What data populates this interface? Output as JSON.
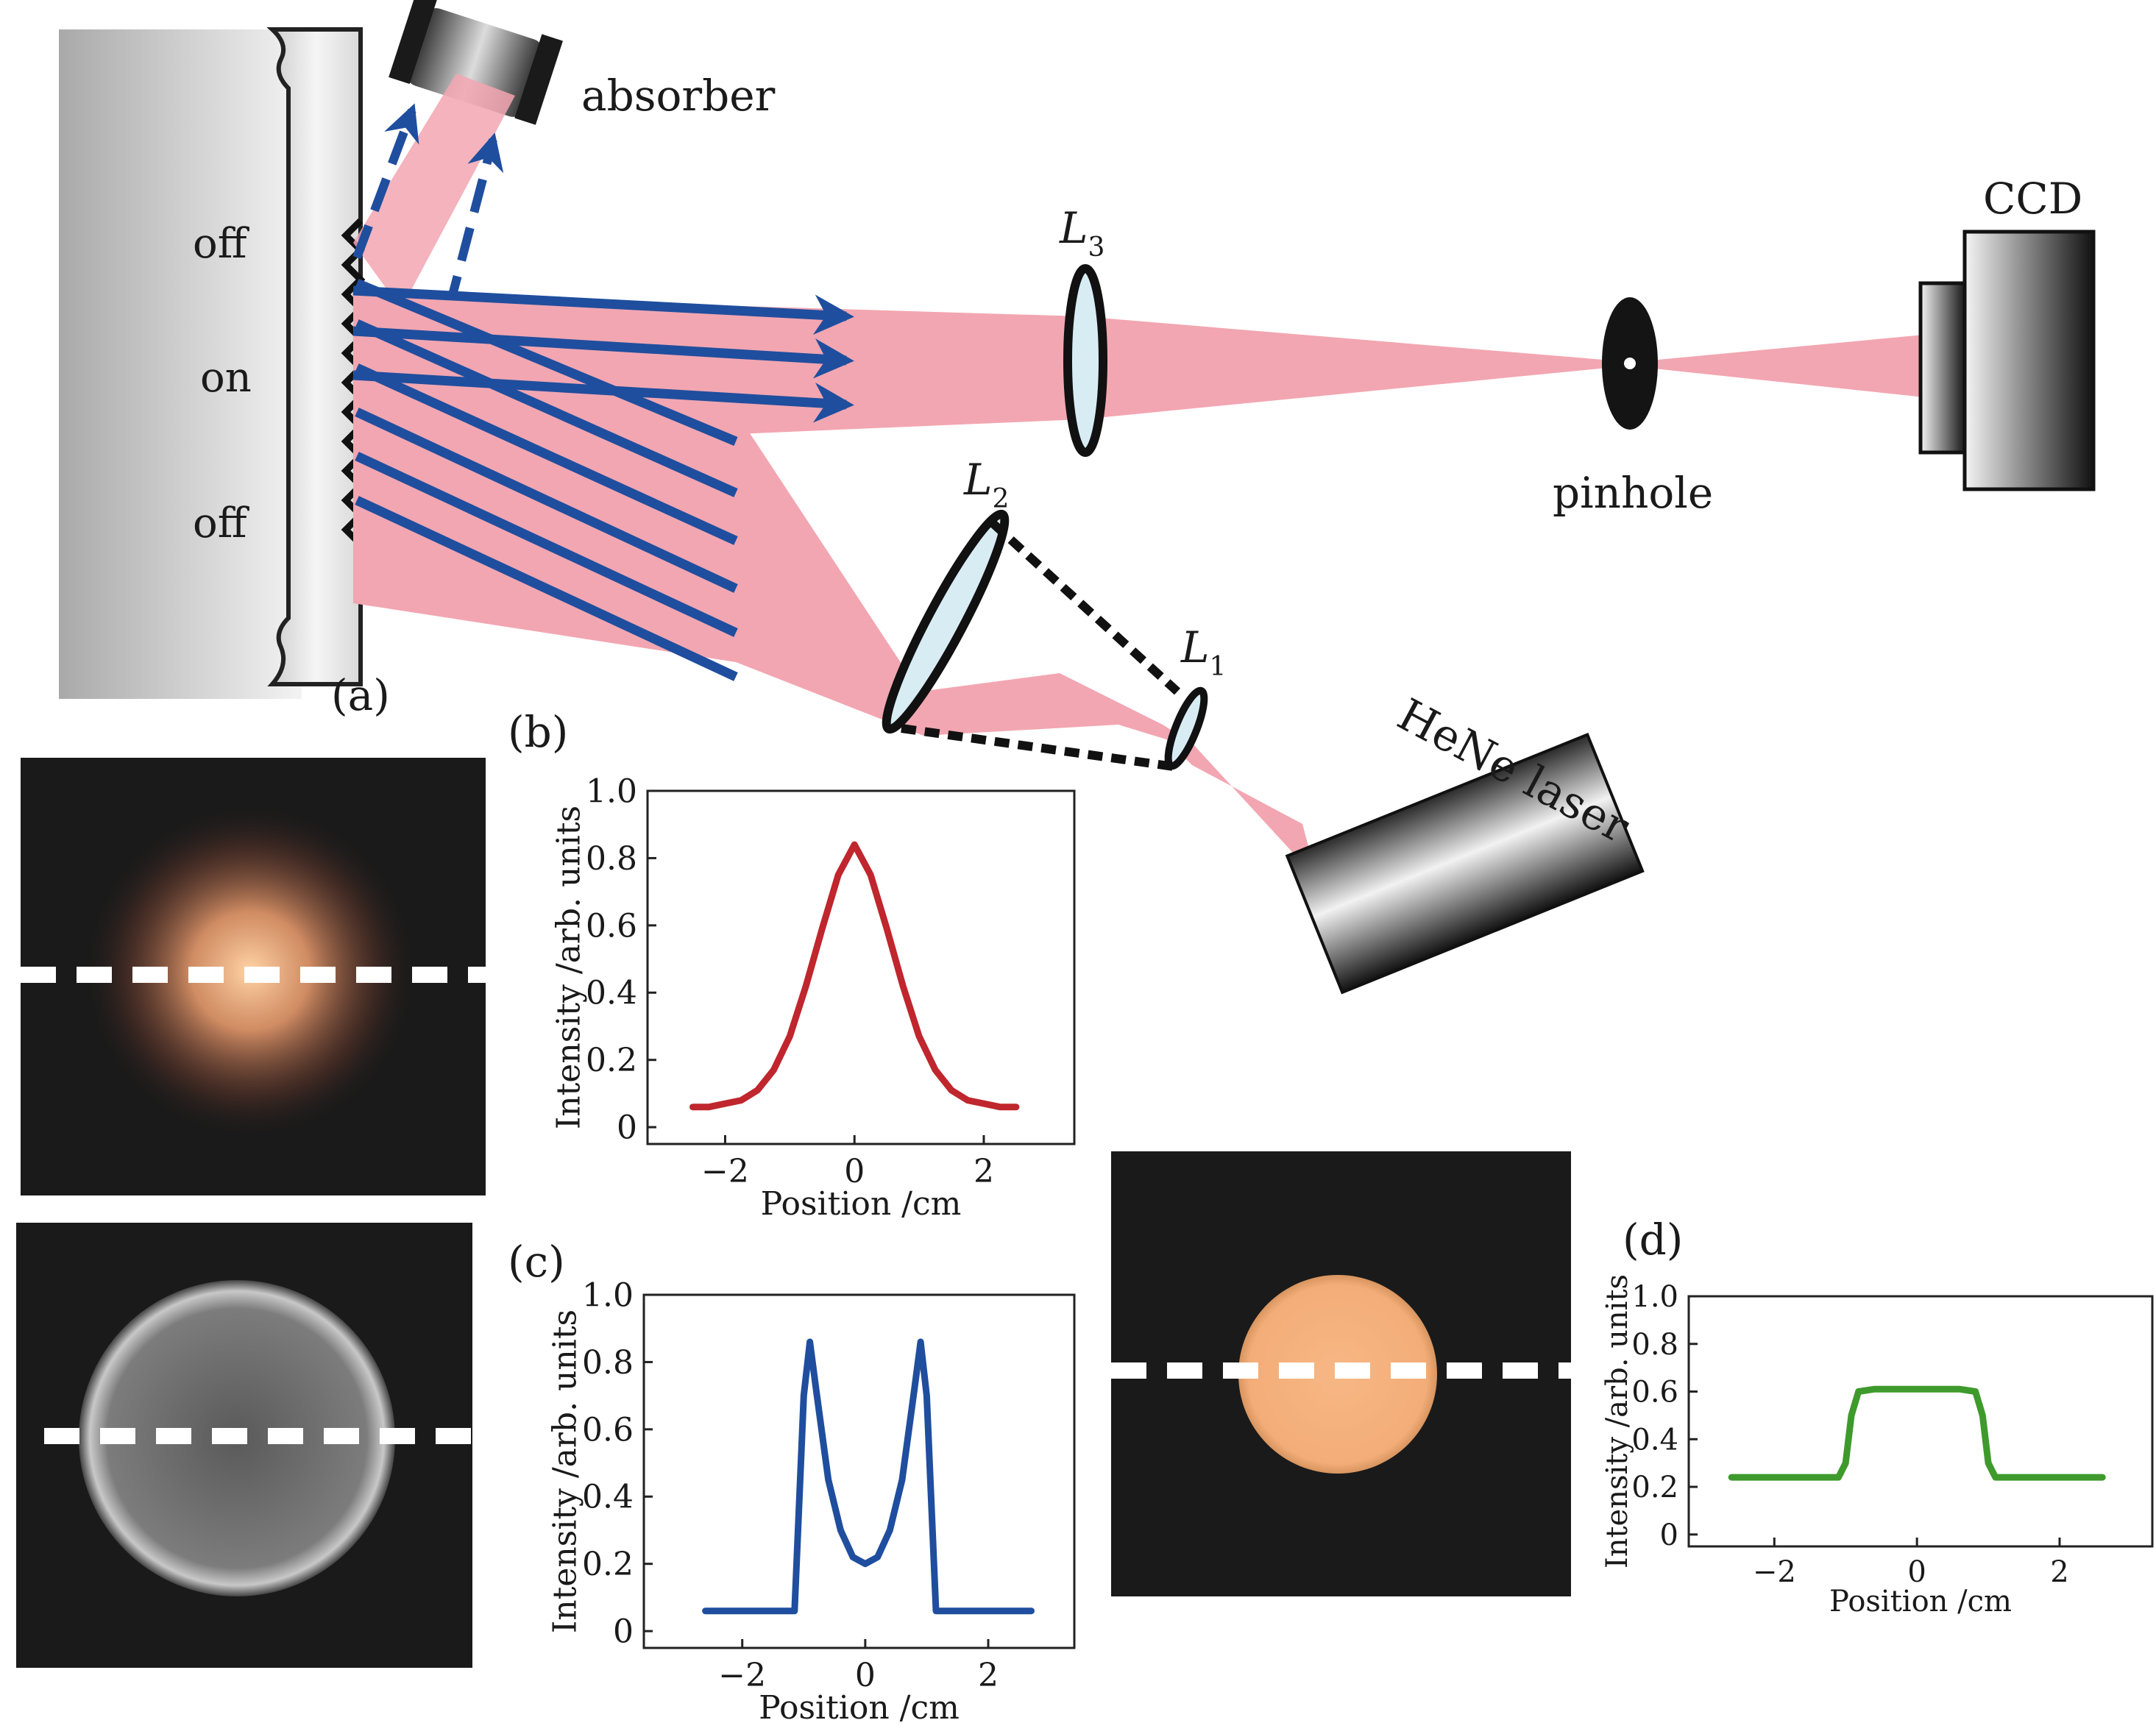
{
  "setup": {
    "labels": {
      "absorber": "absorber",
      "off_top": "off",
      "on": "on",
      "off_bottom": "off",
      "panel": "(a)",
      "lens3": "L",
      "lens3_sub": "3",
      "lens2": "L",
      "lens2_sub": "2",
      "lens1": "L",
      "lens1_sub": "1",
      "pinhole": "pinhole",
      "ccd": "CCD",
      "laser": "HeNe laser"
    },
    "colors": {
      "beam": "#f2a6b1",
      "ray": "#1f4e9e",
      "dark": "#111111",
      "lens_fill": "#d8ecf4"
    }
  },
  "panels": {
    "b": {
      "label": "(b)"
    },
    "c": {
      "label": "(c)"
    },
    "d": {
      "label": "(d)"
    }
  },
  "chart_data": [
    {
      "id": "b",
      "type": "line",
      "xlabel": "Position /cm",
      "ylabel": "Intensity /arb. units",
      "xlim": [
        -3.2,
        3.4
      ],
      "ylim": [
        -0.05,
        1.0
      ],
      "xticks": [
        -2,
        0,
        2
      ],
      "yticks": [
        0,
        0.2,
        0.4,
        0.6,
        0.8,
        1.0
      ],
      "ytick_labels": [
        "0",
        "0.2",
        "0.4",
        "0.6",
        "0.8",
        "1.0"
      ],
      "color": "#c0262d",
      "x": [
        -2.5,
        -2.25,
        -2.0,
        -1.75,
        -1.5,
        -1.25,
        -1.0,
        -0.75,
        -0.5,
        -0.25,
        0.0,
        0.25,
        0.5,
        0.75,
        1.0,
        1.25,
        1.5,
        1.75,
        2.0,
        2.25,
        2.5
      ],
      "y": [
        0.06,
        0.06,
        0.07,
        0.08,
        0.11,
        0.17,
        0.27,
        0.42,
        0.59,
        0.75,
        0.84,
        0.75,
        0.59,
        0.42,
        0.27,
        0.17,
        0.11,
        0.08,
        0.07,
        0.06,
        0.06
      ]
    },
    {
      "id": "c",
      "type": "line",
      "xlabel": "Position /cm",
      "ylabel": "Intensity /arb. units",
      "xlim": [
        -3.6,
        3.4
      ],
      "ylim": [
        -0.05,
        1.0
      ],
      "xticks": [
        -2,
        0,
        2
      ],
      "yticks": [
        0,
        0.2,
        0.4,
        0.6,
        0.8,
        1.0
      ],
      "ytick_labels": [
        "0",
        "0.2",
        "0.4",
        "0.6",
        "0.8",
        "1.0"
      ],
      "color": "#1f4e9e",
      "x": [
        -2.6,
        -2.0,
        -1.4,
        -1.15,
        -1.0,
        -0.9,
        -0.8,
        -0.6,
        -0.4,
        -0.2,
        0.0,
        0.2,
        0.4,
        0.6,
        0.8,
        0.9,
        1.0,
        1.15,
        1.4,
        2.0,
        2.7
      ],
      "y": [
        0.06,
        0.06,
        0.06,
        0.06,
        0.7,
        0.86,
        0.72,
        0.45,
        0.3,
        0.22,
        0.2,
        0.22,
        0.3,
        0.45,
        0.72,
        0.86,
        0.7,
        0.06,
        0.06,
        0.06,
        0.06
      ]
    },
    {
      "id": "d",
      "type": "line",
      "xlabel": "Position /cm",
      "ylabel": "Intensity /arb. units",
      "xlim": [
        -3.2,
        3.3
      ],
      "ylim": [
        -0.05,
        1.0
      ],
      "xticks": [
        -2,
        0,
        2
      ],
      "yticks": [
        0,
        0.2,
        0.4,
        0.6,
        0.8,
        1.0
      ],
      "ytick_labels": [
        "0",
        "0.2",
        "0.4",
        "0.6",
        "0.8",
        "1.0"
      ],
      "color": "#3e9a2c",
      "x": [
        -2.6,
        -1.6,
        -1.1,
        -1.0,
        -0.92,
        -0.82,
        -0.6,
        0.0,
        0.6,
        0.82,
        0.92,
        1.0,
        1.1,
        1.6,
        2.6
      ],
      "y": [
        0.24,
        0.24,
        0.24,
        0.3,
        0.5,
        0.6,
        0.61,
        0.61,
        0.61,
        0.6,
        0.5,
        0.3,
        0.24,
        0.24,
        0.24
      ]
    }
  ]
}
